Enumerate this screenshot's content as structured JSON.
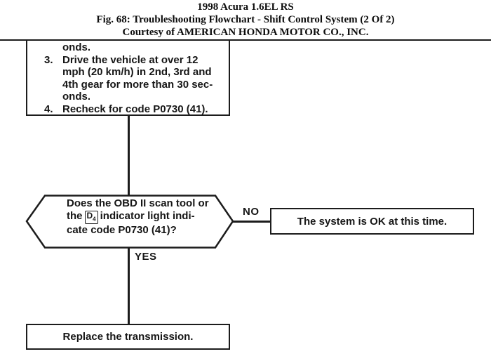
{
  "colors": {
    "ink": "#1c1c1c",
    "background": "#ffffff"
  },
  "header": {
    "line1": "1998 Acura 1.6EL RS",
    "line2": "Fig. 68: Troubleshooting Flowchart - Shift Control System (2 Of 2)",
    "line3": "Courtesy of AMERICAN HONDA MOTOR CO., INC."
  },
  "flowchart": {
    "step_box": {
      "lines": [
        {
          "num": "",
          "text": "onds."
        },
        {
          "num": "3.",
          "text": "Drive the vehicle at over 12"
        },
        {
          "num": "",
          "text": "mph (20 km/h) in 2nd, 3rd and"
        },
        {
          "num": "",
          "text": "4th gear for more than 30 sec-"
        },
        {
          "num": "",
          "text": "onds."
        },
        {
          "num": "4.",
          "text": "Recheck for code P0730 (41)."
        }
      ]
    },
    "decision": {
      "line1": "Does the OBD II scan tool or",
      "line2_pre": "the",
      "indicator_label": "D",
      "indicator_sub": "4",
      "line2_post": "indicator light indi-",
      "line3": "cate code P0730 (41)?"
    },
    "labels": {
      "no": "NO",
      "yes": "YES"
    },
    "ok_box": "The system is OK at this time.",
    "replace_box": "Replace the transmission."
  }
}
